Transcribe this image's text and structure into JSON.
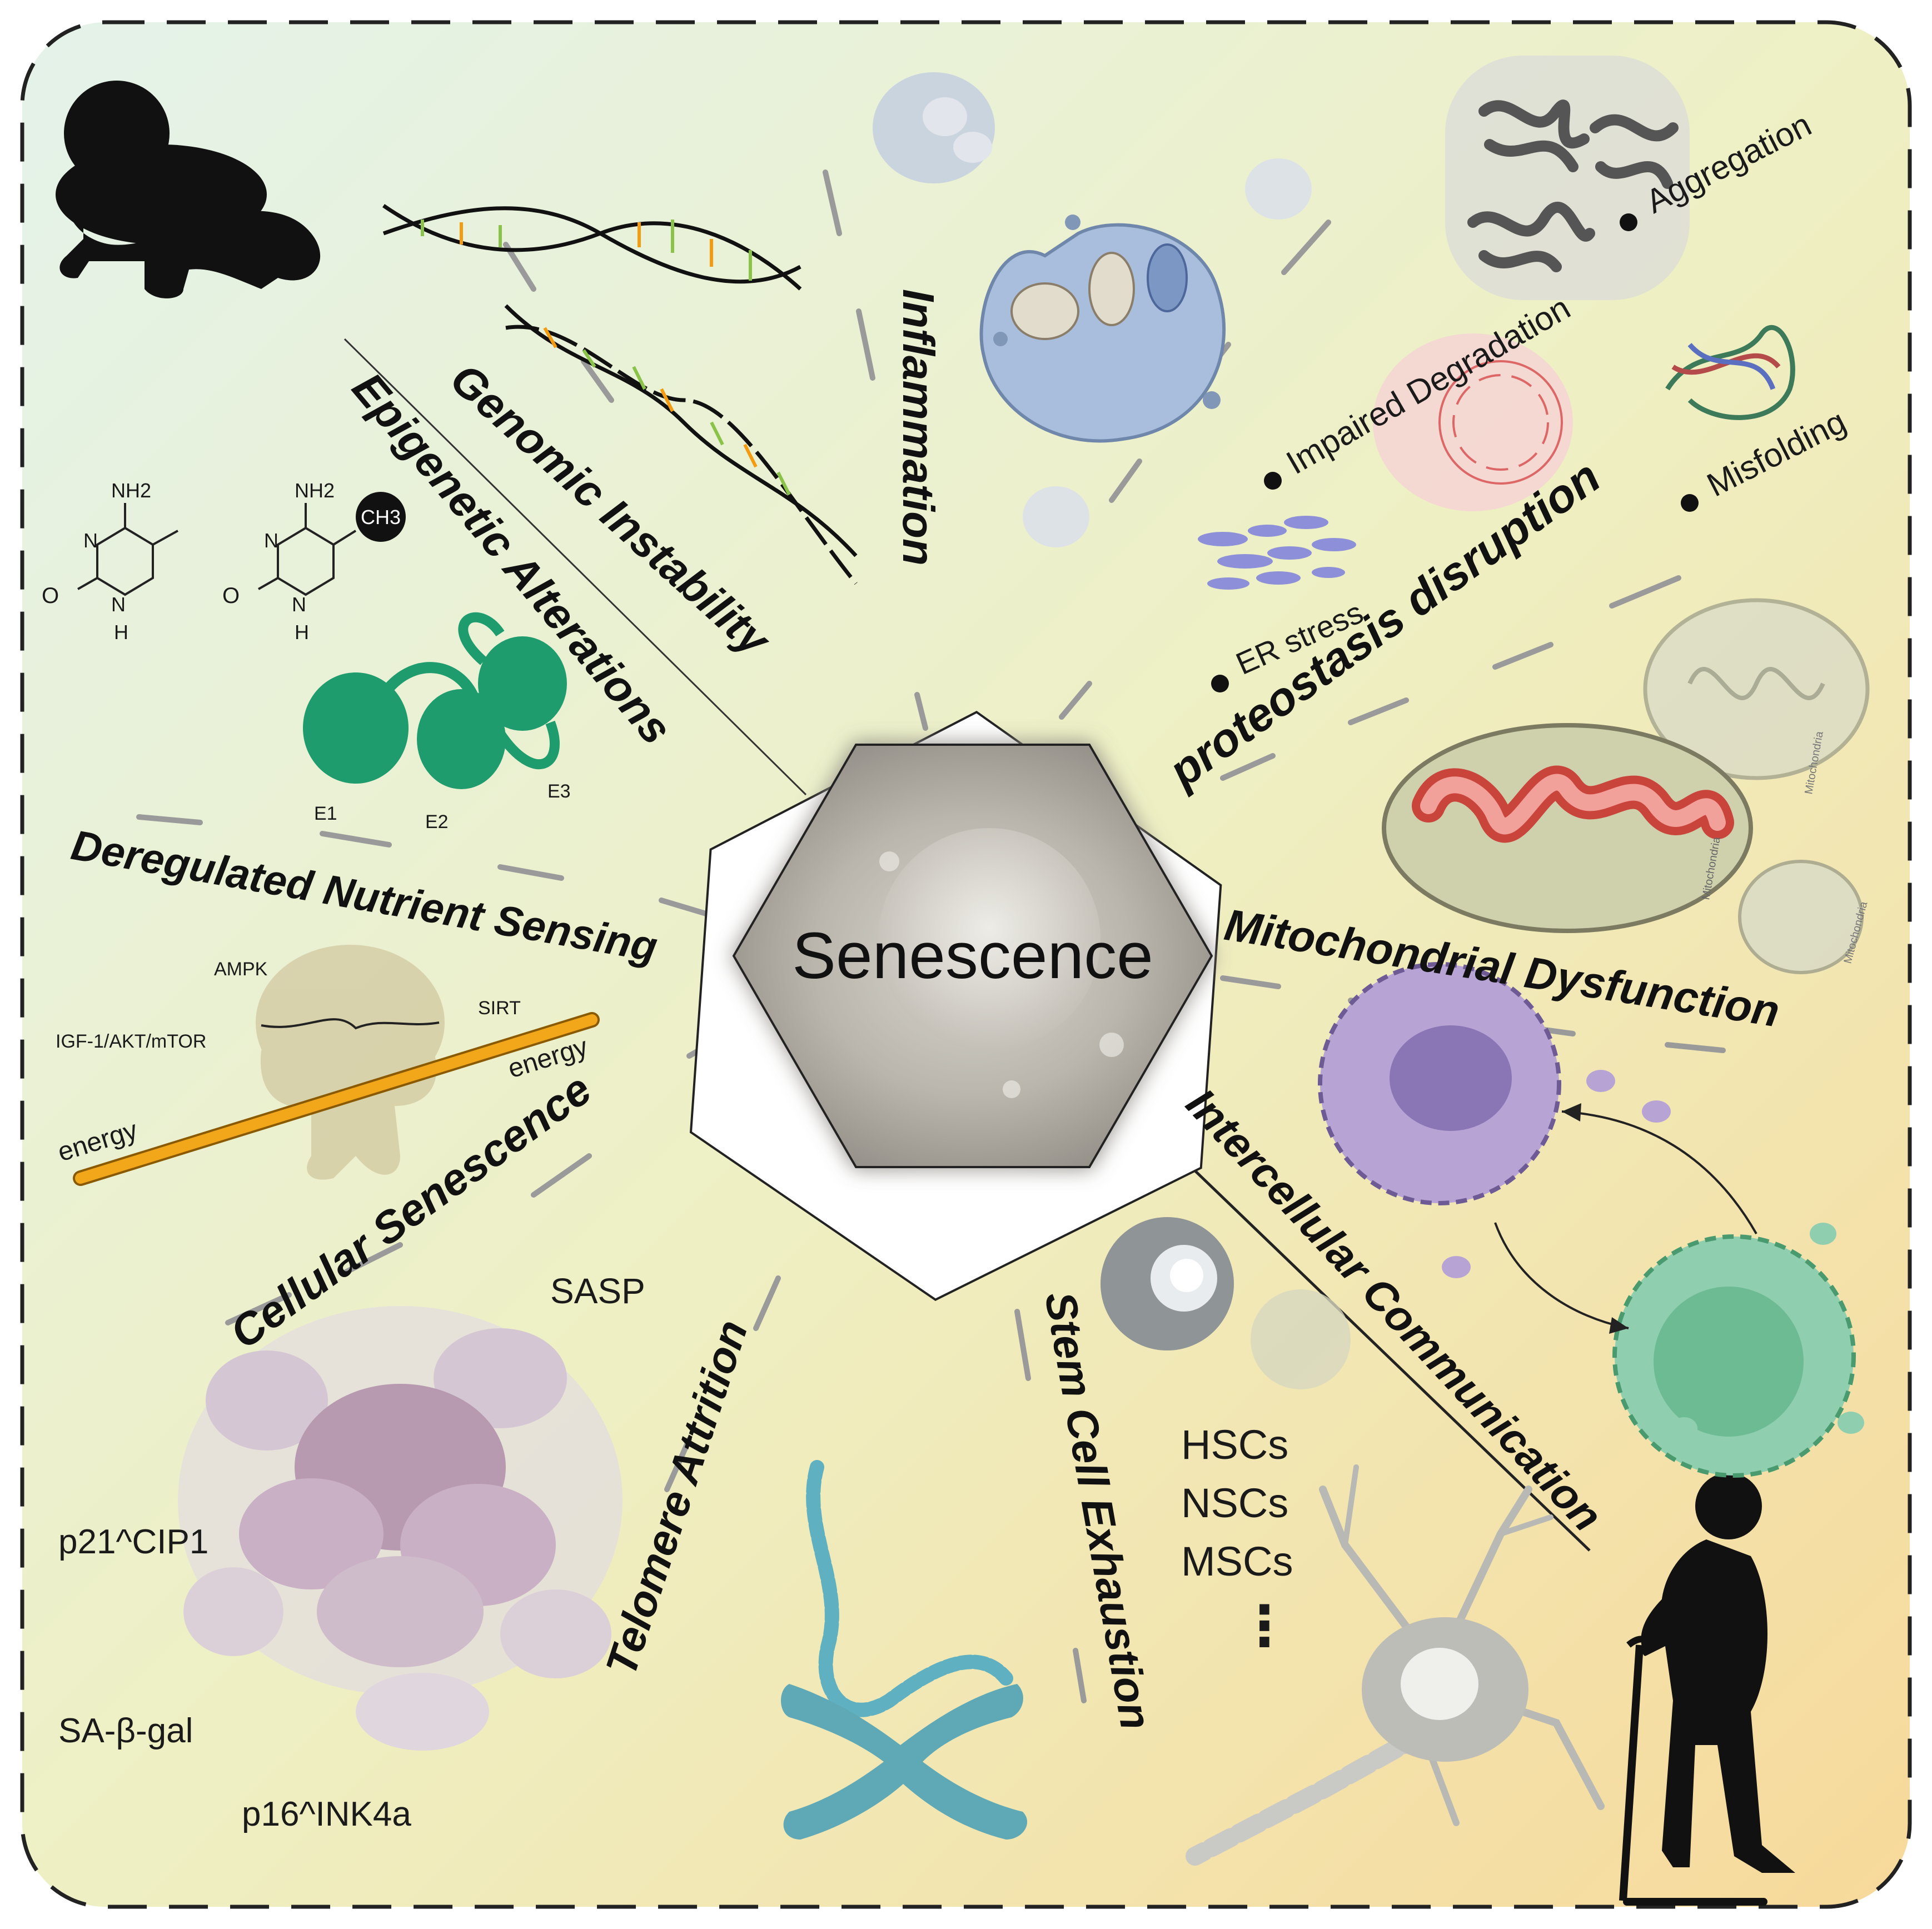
{
  "center": {
    "label": "Senescence"
  },
  "hallmarks": {
    "inflammation": "Inflammation",
    "genomic_instability": "Genomic Instability",
    "epigenetic_alterations": "Epigenetic Alterations",
    "deregulated_nutrient_sensing": "Deregulated Nutrient Sensing",
    "cellular_senescence": "Cellular Senescence",
    "telomere_attrition": "Telomere Attrition",
    "stem_cell_exhaustion": "Stem Cell Exhaustion",
    "intercellular_communication": "Intercellular Communication",
    "mitochondrial_dysfunction": "Mitochondrial Dysfunction",
    "proteostasis_disruption": "proteostasis disruption"
  },
  "proteostasis_items": {
    "aggregation": "Aggregation",
    "impaired_degradation": "Impaired Degradation",
    "misfolding": "Misfolding",
    "er_stress": "ER stress"
  },
  "epigenetic_labels": {
    "nh2_a": "NH2",
    "n_a": "N",
    "o_a": "O",
    "n2_a": "N",
    "h_a": "H",
    "nh2_b": "NH2",
    "n_b": "N",
    "o_b": "O",
    "n2_b": "N",
    "h_b": "H",
    "ch3": "CH3",
    "e1": "E1",
    "e2": "E2",
    "e3": "E3"
  },
  "nutrient_labels": {
    "ampk": "AMPK",
    "sirt": "SIRT",
    "igf": "IGF-1/AKT/mTOR",
    "energy_left": "energy",
    "energy_right": "energy"
  },
  "senescence_markers": {
    "sasp": "SASP",
    "p21": "p21^CIP1",
    "sa_beta_gal": "SA-β-gal",
    "p16": "p16^INK4a"
  },
  "stem_cells": {
    "hscs": "HSCs",
    "nscs": "NSCs",
    "mscs": "MSCs",
    "more": "⋮"
  },
  "mito_labels": {
    "m1": "Mitochondria",
    "m2": "Mitochondria",
    "m3": "Mitochondria"
  },
  "colors": {
    "bg_top": "#e6f2e8",
    "bg_mid": "#eeefc6",
    "bg_bottom": "#f6dc9c",
    "dna_green": "#8bc34a",
    "dna_orange": "#f39c12",
    "enzyme_green": "#1f9c6e",
    "macrophage_blue": "#a9bedc",
    "mito_red": "#e0574a",
    "energy_orange": "#f2a71b",
    "purple_cell": "#b8a4d4",
    "green_cell": "#8fcfb0",
    "sasp_purple": "#b89ab0",
    "telomere_teal": "#5fb0c0"
  }
}
